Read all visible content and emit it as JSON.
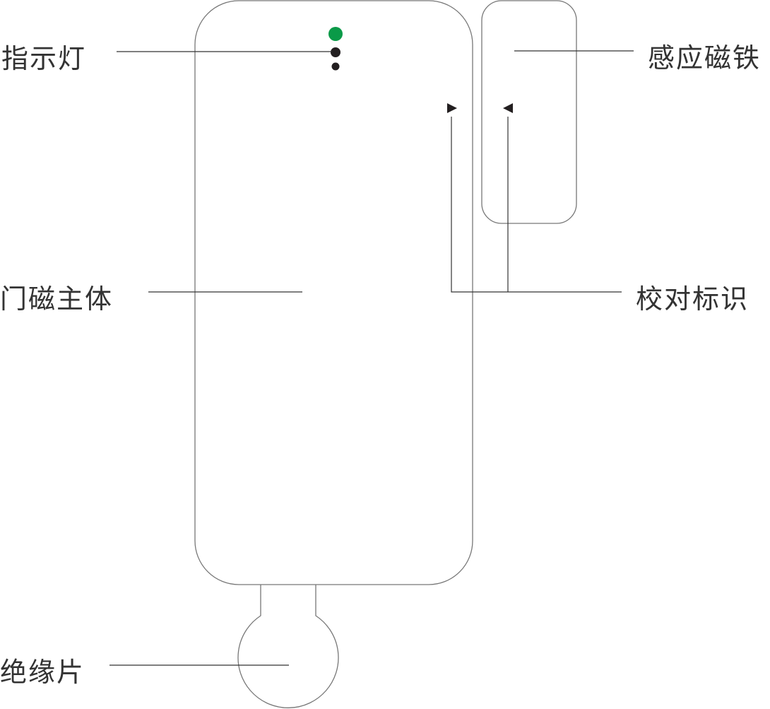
{
  "labels": {
    "indicator": "指示灯",
    "body": "门磁主体",
    "insulator": "绝缘片",
    "magnet": "感应磁铁",
    "alignment": "校对标识"
  },
  "colors": {
    "led_green": "#0a9a48",
    "led_dark": "#231f20",
    "outline": "#666666"
  }
}
